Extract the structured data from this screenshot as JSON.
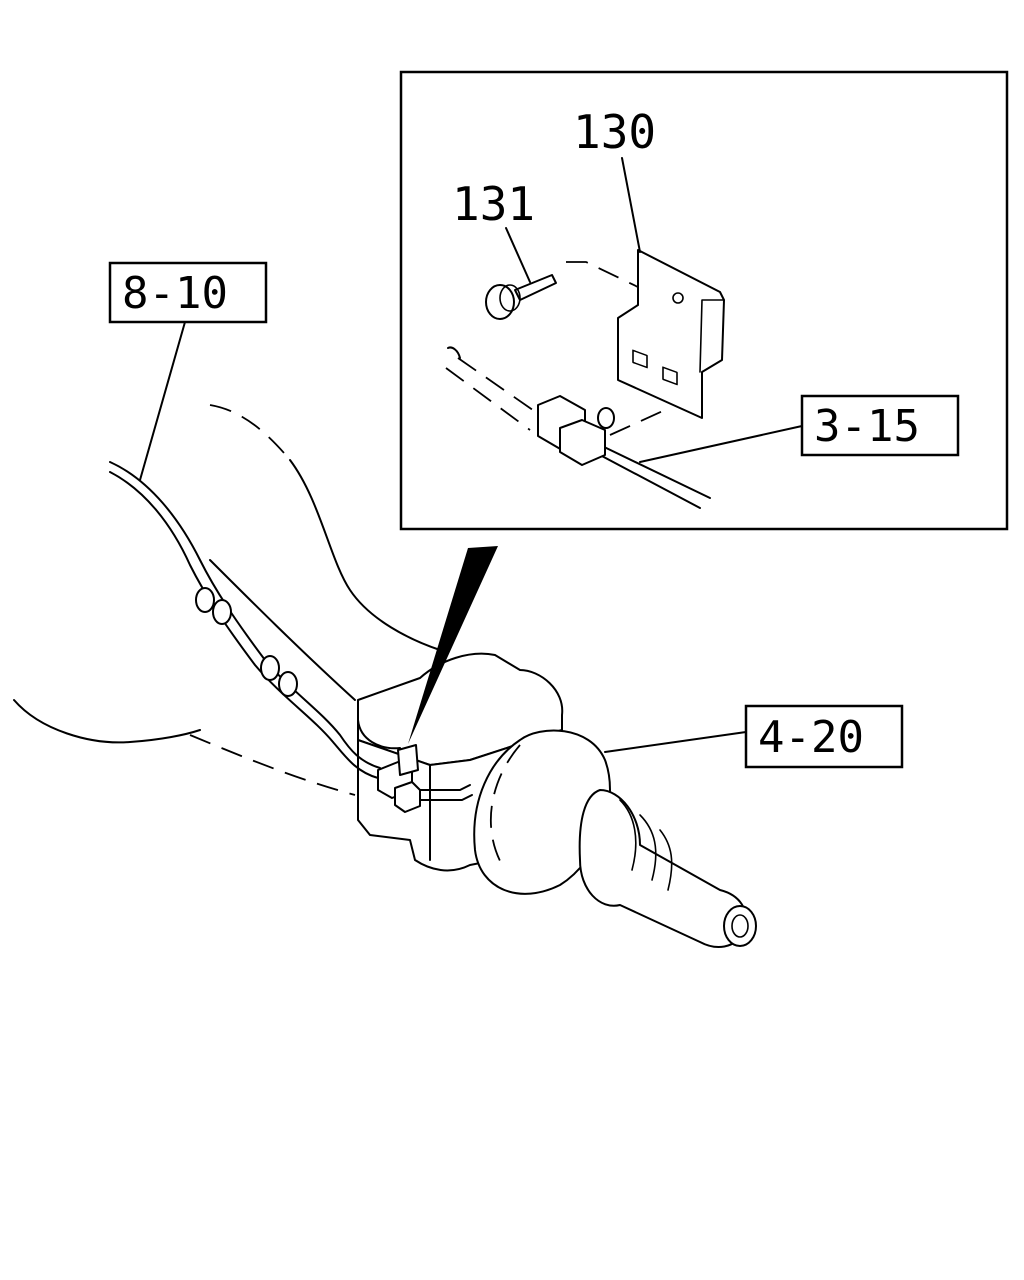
{
  "part_numbers": {
    "bracket": "130",
    "bolt": "131"
  },
  "references": {
    "ref_top_left": "8-10",
    "ref_inset": "3-15",
    "ref_right": "4-20"
  }
}
